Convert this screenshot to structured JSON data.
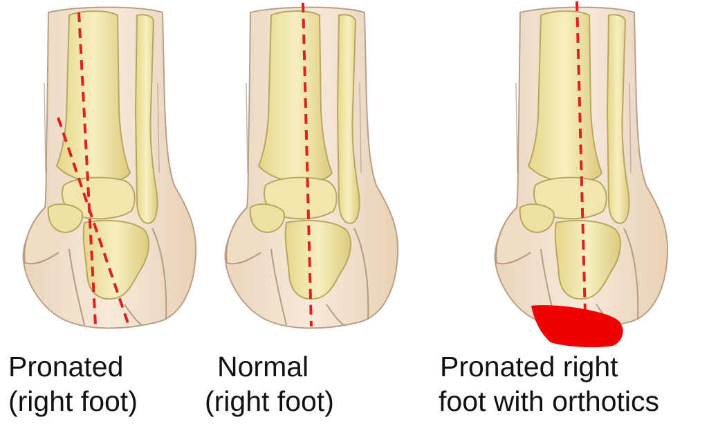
{
  "figure": {
    "panels": [
      {
        "id": "pronated",
        "caption_line1": "Pronated",
        "caption_line2": "(right foot)"
      },
      {
        "id": "normal",
        "caption_line1": "Normal",
        "caption_line2": "(right foot)"
      },
      {
        "id": "orthotic",
        "caption_line1": "Pronated right",
        "caption_line2": "foot with orthotics"
      }
    ]
  },
  "colors": {
    "skin_fill": "#f3dfc8",
    "skin_edge": "#b59b82",
    "bone_fill": "#f1e6a6",
    "bone_edge": "#b8a660",
    "axis_line": "#e02020",
    "orthotic_wedge": "#ee0000",
    "text": "#111111"
  },
  "icons": {
    "panel_1": "pronated-ankle-illustration",
    "panel_2": "normal-ankle-illustration",
    "panel_3": "orthotic-ankle-illustration",
    "wedge": "orthotic-wedge-icon"
  }
}
